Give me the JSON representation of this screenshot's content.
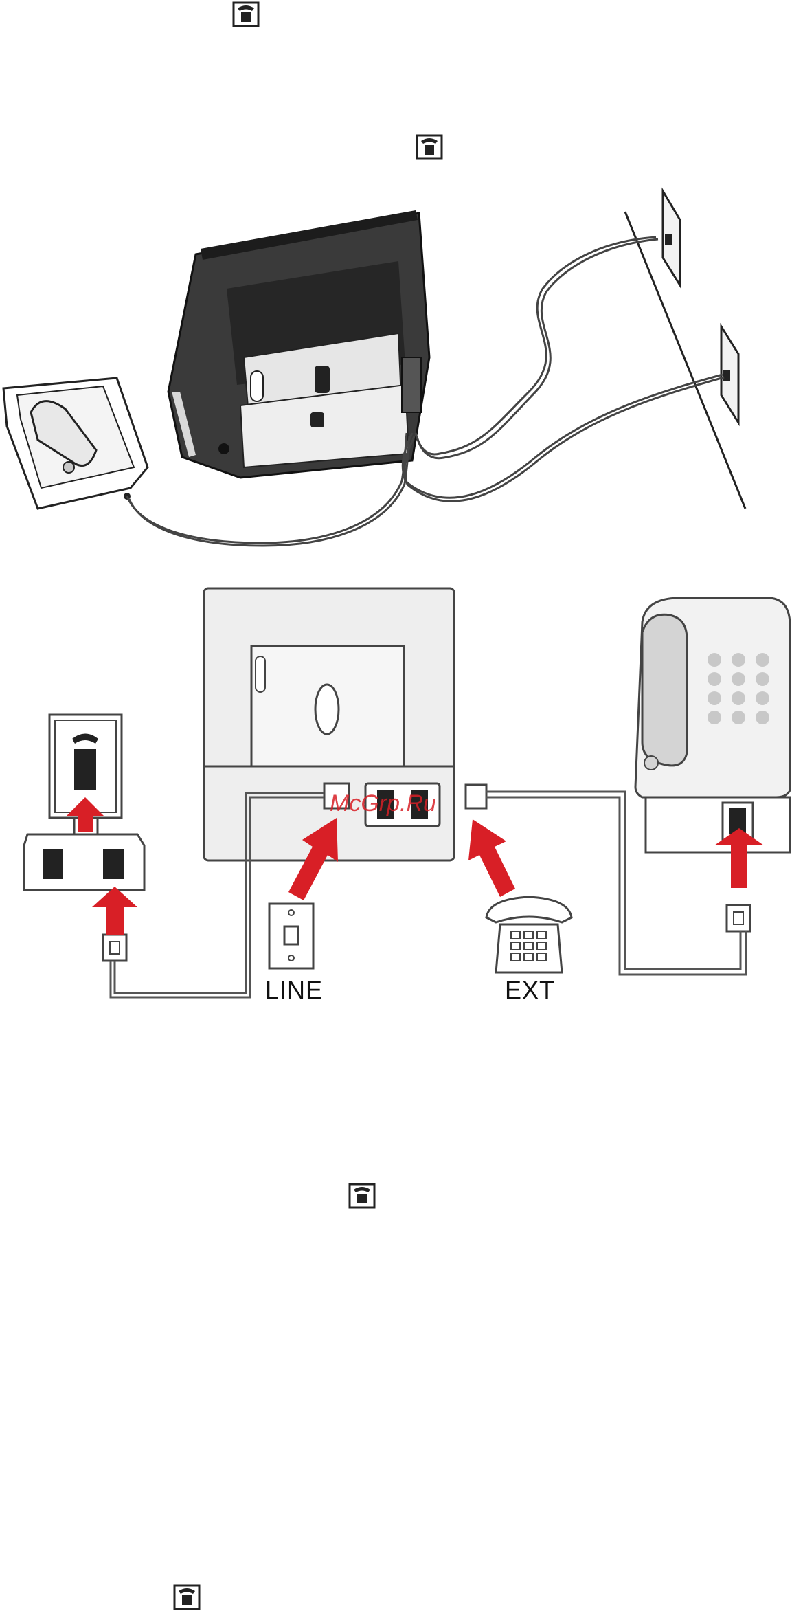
{
  "icons": {
    "phone_jack_icon": "phone-jack-icon"
  },
  "diagram": {
    "labels": {
      "line": "LINE",
      "ext": "EXT"
    },
    "watermark": "McGrp.Ru"
  },
  "colors": {
    "arrow_red": "#d81f26",
    "device_dark": "#3a3a3a",
    "device_light": "#eeeeee",
    "outline": "#333333"
  }
}
